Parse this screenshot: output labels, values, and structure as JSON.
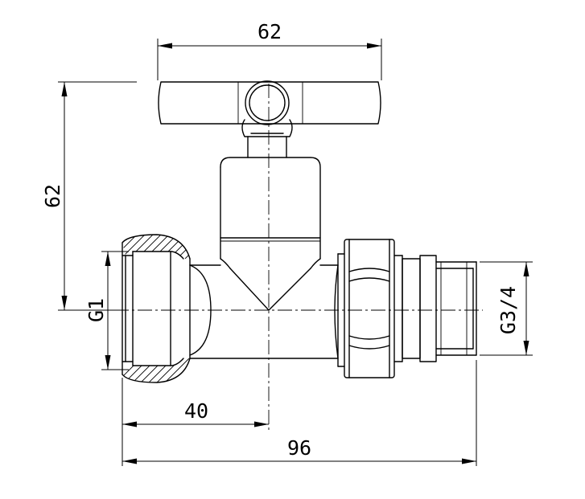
{
  "dimensions": {
    "handle_width": "62",
    "height": "62",
    "inlet_thread": "G1",
    "outlet_thread": "G3/4",
    "center_offset": "40",
    "overall_length": "96"
  }
}
